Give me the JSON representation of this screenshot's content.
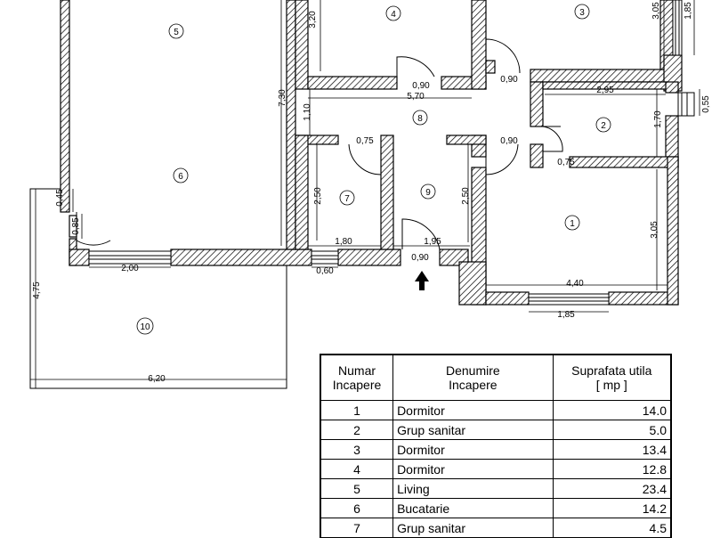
{
  "rooms": [
    {
      "num": "1",
      "name": "Dormitor",
      "area": "14.0"
    },
    {
      "num": "2",
      "name": "Grup sanitar",
      "area": "5.0"
    },
    {
      "num": "3",
      "name": "Dormitor",
      "area": "13.4"
    },
    {
      "num": "4",
      "name": "Dormitor",
      "area": "12.8"
    },
    {
      "num": "5",
      "name": "Living",
      "area": "23.4"
    },
    {
      "num": "6",
      "name": "Bucatarie",
      "area": "14.2"
    },
    {
      "num": "7",
      "name": "Grup sanitar",
      "area": "4.5"
    }
  ],
  "room_markers": [
    "1",
    "2",
    "3",
    "4",
    "5",
    "6",
    "7",
    "8",
    "9",
    "10"
  ],
  "table": {
    "col1": [
      "Numar",
      "Incapere"
    ],
    "col2": [
      "Denumire",
      "Incapere"
    ],
    "col3": [
      "Suprafata utila",
      "[ mp ]"
    ]
  },
  "dimensions": {
    "d_320": "3,20",
    "d_730": "7,30",
    "d_110": "1,10",
    "d_090_a": "0,90",
    "d_570": "5,70",
    "d_090_b": "0,90",
    "d_295": "2,95",
    "d_305_top": "3,05",
    "d_185_top": "1,85",
    "d_055": "0,55",
    "d_170": "1,70",
    "d_075_a": "0,75",
    "d_090_c": "0,90",
    "d_075_b": "0,75",
    "d_250_a": "2,50",
    "d_250_b": "2,50",
    "d_305": "3,05",
    "d_045": "0,45",
    "d_085": "0,85",
    "d_180": "1,80",
    "d_195": "1,95",
    "d_090_d": "0,90",
    "d_200": "2,00",
    "d_060": "0,60",
    "d_440": "4,40",
    "d_185": "1,85",
    "d_475": "4,75",
    "d_620": "6,20"
  },
  "colors": {
    "wall": "#000000",
    "hatch": "#000000",
    "background": "#ffffff"
  },
  "icons": {
    "entrance": "entrance-arrow-icon"
  }
}
